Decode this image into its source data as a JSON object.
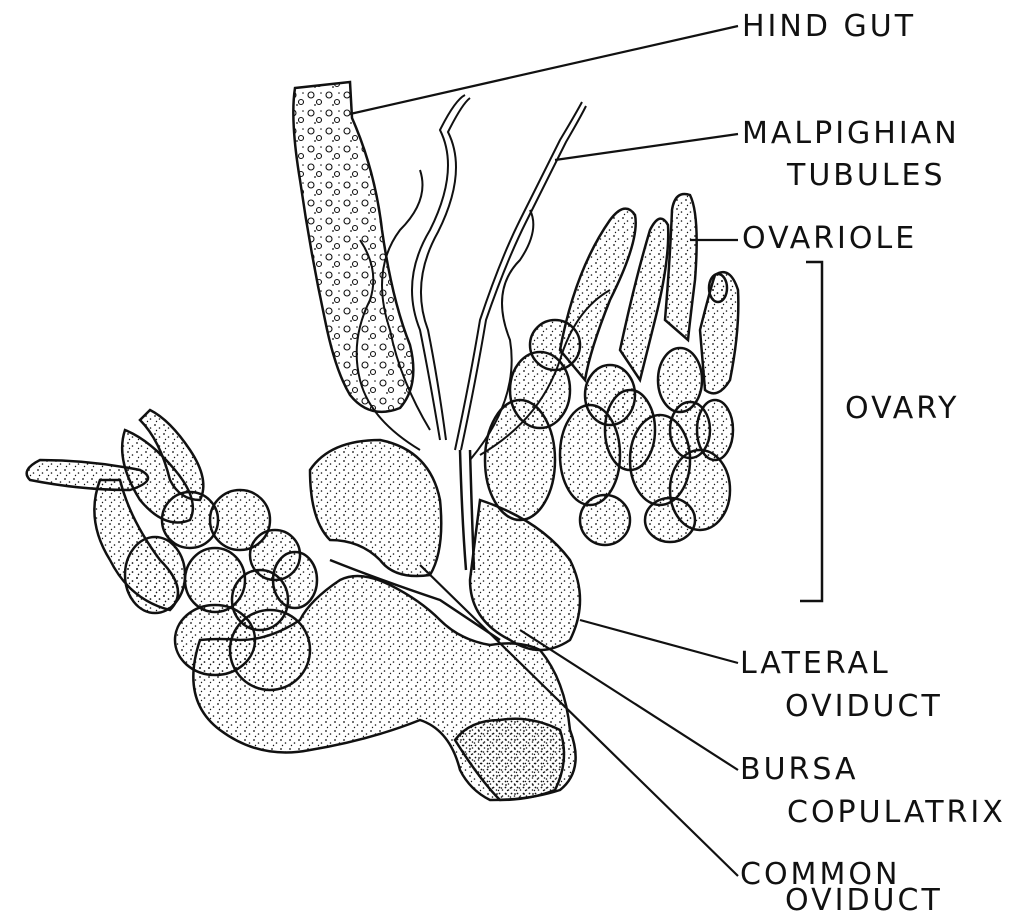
{
  "labels": {
    "hind_gut": "HIND GUT",
    "malpighian_line1": "MALPIGHIAN",
    "malpighian_line2": "TUBULES",
    "ovariole": "OVARIOLE",
    "ovary": "OVARY",
    "lateral_line1": "LATERAL",
    "lateral_line2": "OVIDUCT",
    "bursa_line1": "BURSA",
    "bursa_line2": "COPULATRIX",
    "common_line1": "COMMON",
    "common_line2": "OVIDUCT"
  },
  "colors": {
    "ink": "#111111",
    "paper": "#ffffff"
  }
}
